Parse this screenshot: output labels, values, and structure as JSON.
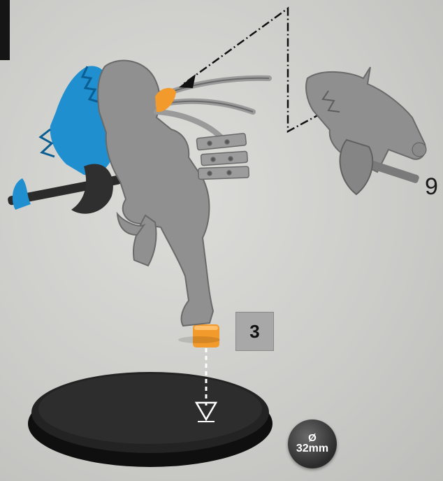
{
  "step": {
    "number": "3"
  },
  "part": {
    "number": "9"
  },
  "base": {
    "symbol": "Ø",
    "size": "32mm"
  },
  "colors": {
    "background": "#cfcfcc",
    "miniature": "#8f8f8f",
    "highlight_part": "#1f8fcf",
    "glue_point": "#f39a2c",
    "base": "#1c1c1c",
    "step_box": "#a8a8a8"
  },
  "icons": [
    "down-arrow-icon",
    "dash-dot-arrow-icon",
    "diameter-badge-icon"
  ]
}
